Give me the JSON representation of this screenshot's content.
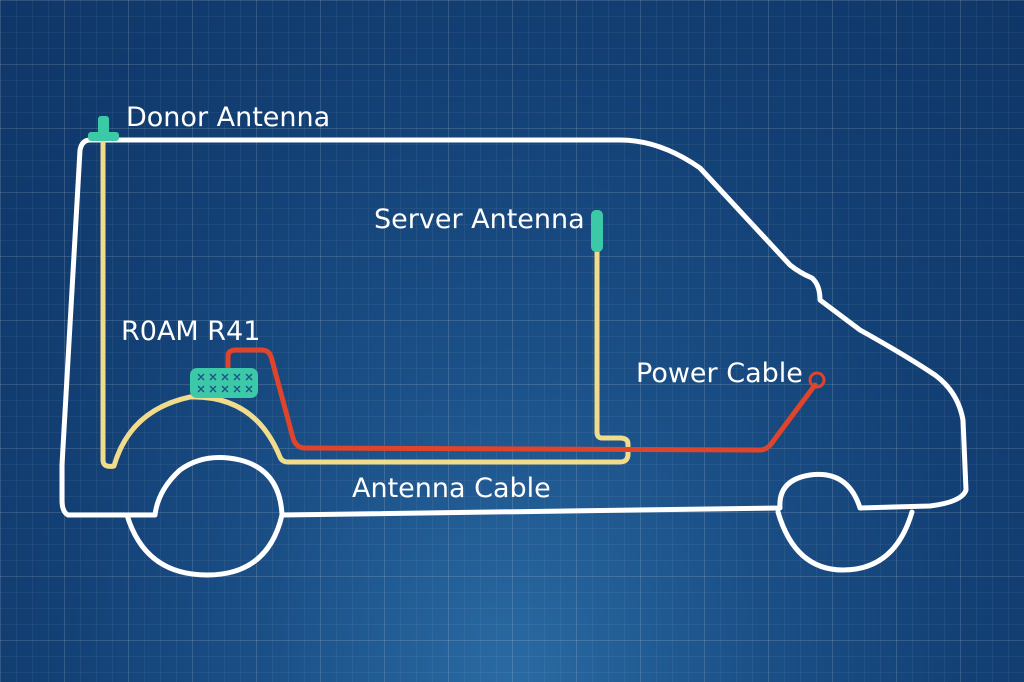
{
  "labels": {
    "donor_antenna": "Donor Antenna",
    "server_antenna": "Server Antenna",
    "booster": "R0AM R41",
    "power_cable": "Power Cable",
    "antenna_cable": "Antenna Cable"
  },
  "colors": {
    "van_outline": "#ffffff",
    "antenna_cable": "#f1dc8b",
    "power_cable": "#e0442b",
    "antenna": "#3cc9a8",
    "booster": "#3cc9a8"
  }
}
